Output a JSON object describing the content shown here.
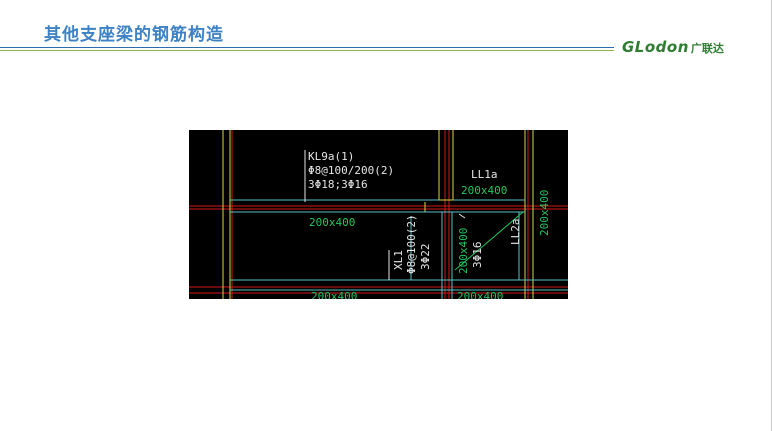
{
  "header": {
    "title": "其他支座梁的钢筋构造",
    "logo_latin": "GLodon",
    "logo_cn": "广联达"
  },
  "drawing": {
    "kl9a_name": "KL9a(1)",
    "kl9a_stirrup": "Φ8@100/200(2)",
    "kl9a_rebar": "3Φ18;3Φ16",
    "ll1a_name": "LL1a",
    "ll1a_size": "200x400",
    "right_size": "200x400",
    "mid_size": "200x400",
    "xl1_name": "XL1",
    "xl1_stirrup": "Φ8@100(2)",
    "xl1_rebar": "3Φ22",
    "diag_size": "200x400",
    "diag_rebar": "3Φ16",
    "ll2a_name": "LL2a",
    "bottom_size": "200x400",
    "bottom_size_2": "200x400",
    "colors": {
      "white_text": "#e6e6e6",
      "green_text": "#22c55e",
      "beam_line": "#59c2c9",
      "axis_line": "#d01818",
      "wall_line": "#d8d84a"
    }
  }
}
